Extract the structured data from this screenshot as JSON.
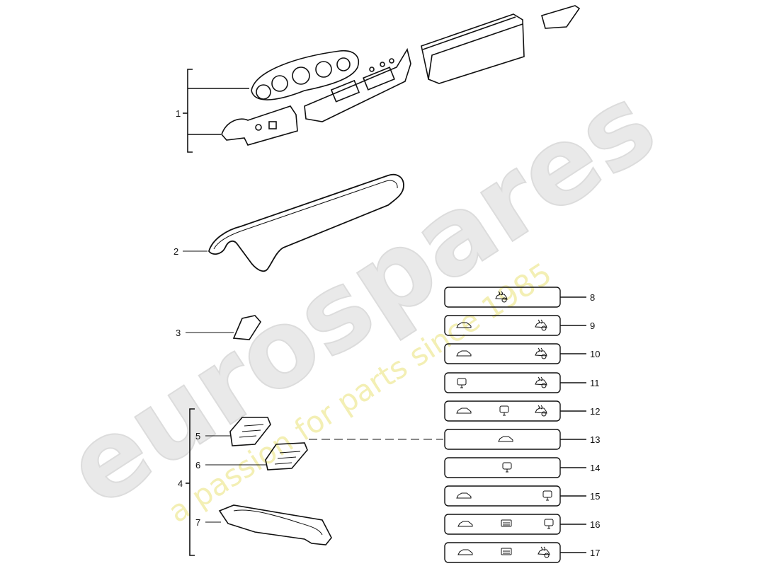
{
  "watermark": {
    "brand": "eurospares",
    "tagline": "a passion for parts since 1985"
  },
  "callouts": [
    {
      "id": "1",
      "label": "1"
    },
    {
      "id": "2",
      "label": "2"
    },
    {
      "id": "3",
      "label": "3"
    },
    {
      "id": "4",
      "label": "4"
    },
    {
      "id": "5",
      "label": "5"
    },
    {
      "id": "6",
      "label": "6"
    },
    {
      "id": "7",
      "label": "7"
    },
    {
      "id": "8",
      "label": "8"
    },
    {
      "id": "9",
      "label": "9"
    },
    {
      "id": "10",
      "label": "10"
    },
    {
      "id": "11",
      "label": "11"
    },
    {
      "id": "12",
      "label": "12"
    },
    {
      "id": "13",
      "label": "13"
    },
    {
      "id": "14",
      "label": "14"
    },
    {
      "id": "15",
      "label": "15"
    },
    {
      "id": "16",
      "label": "16"
    },
    {
      "id": "17",
      "label": "17"
    }
  ],
  "switch_panels": [
    {
      "callout": "8",
      "symbols": [
        "rear-defrost-icon"
      ]
    },
    {
      "callout": "9",
      "symbols": [
        "car-icon",
        "rear-defrost-icon"
      ]
    },
    {
      "callout": "10",
      "symbols": [
        "car-icon",
        "rear-defrost-icon"
      ]
    },
    {
      "callout": "11",
      "symbols": [
        "mirror-heat-icon",
        "rear-defrost-icon"
      ]
    },
    {
      "callout": "12",
      "symbols": [
        "car-icon",
        "mirror-heat-icon",
        "rear-defrost-icon"
      ]
    },
    {
      "callout": "13",
      "symbols": [
        "car-icon"
      ]
    },
    {
      "callout": "14",
      "symbols": [
        "mirror-heat-icon"
      ]
    },
    {
      "callout": "15",
      "symbols": [
        "car-icon",
        "mirror-heat-icon"
      ]
    },
    {
      "callout": "16",
      "symbols": [
        "car-icon",
        "seat-heat-icon",
        "mirror-heat-icon"
      ]
    },
    {
      "callout": "17",
      "symbols": [
        "car-icon",
        "seat-heat-icon",
        "rear-defrost-icon"
      ]
    }
  ]
}
